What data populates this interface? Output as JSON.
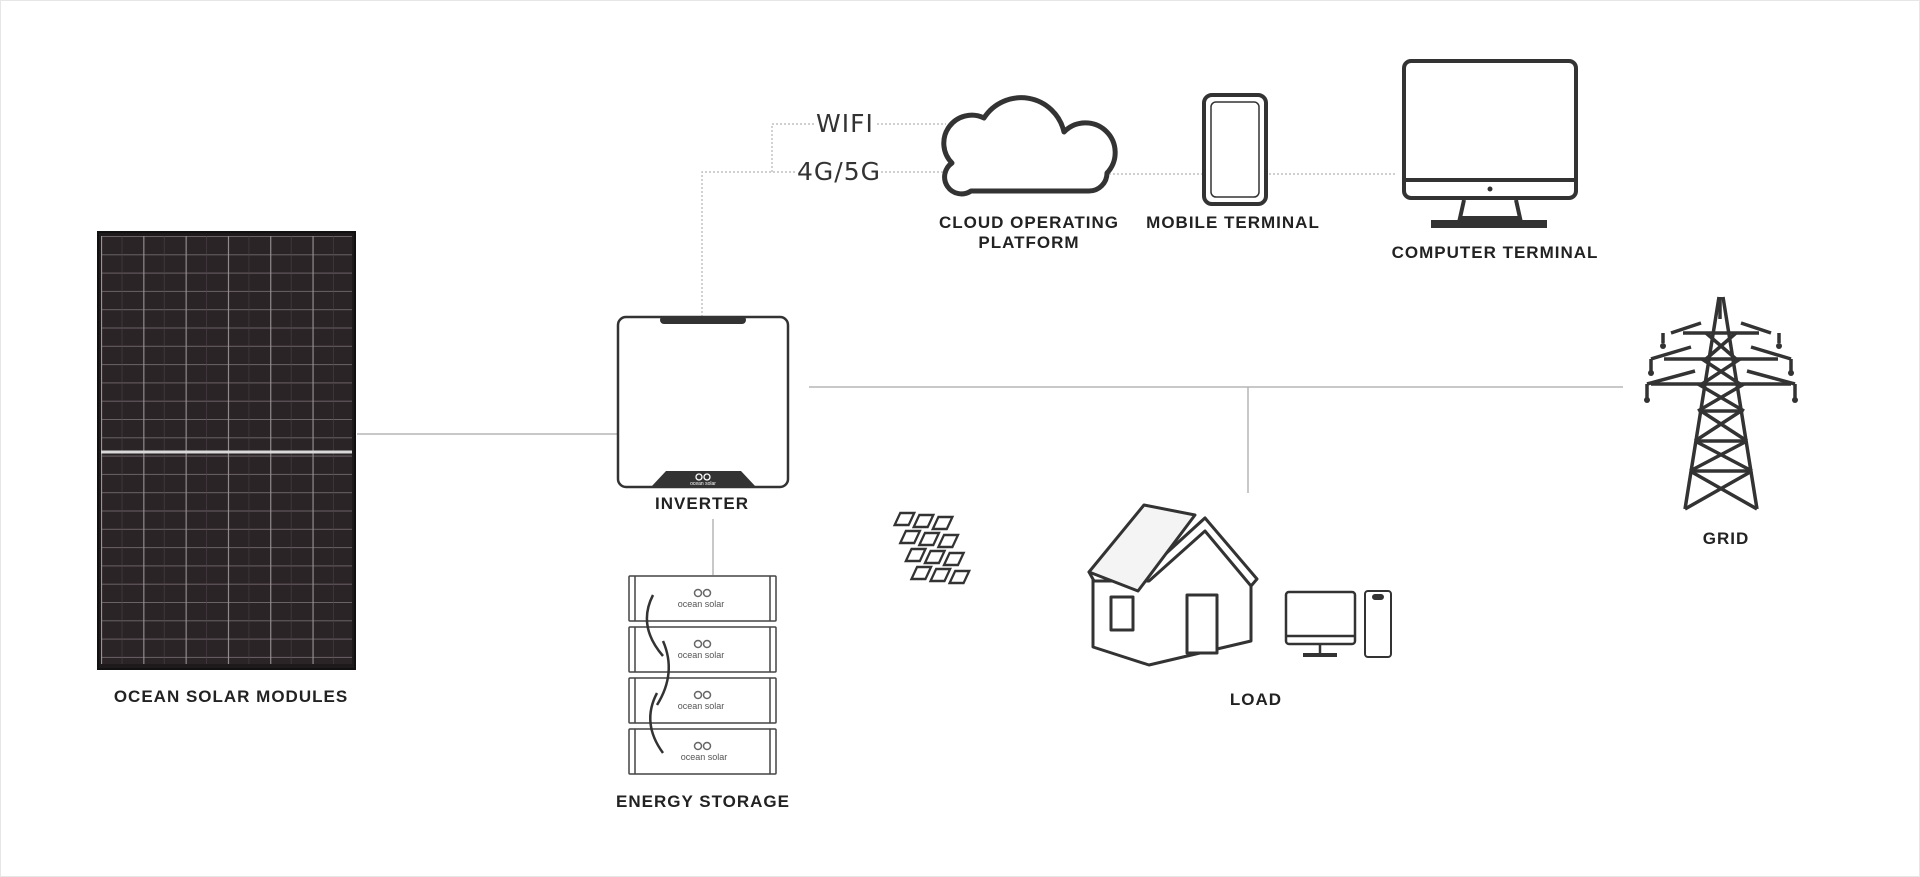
{
  "nodes": {
    "modules": "OCEAN SOLAR MODULES",
    "inverter": "INVERTER",
    "storage": "ENERGY STORAGE",
    "cloud_line1": "CLOUD OPERATING",
    "cloud_line2": "PLATFORM",
    "mobile": "MOBILE TERMINAL",
    "computer": "COMPUTER TERMINAL",
    "load": "LOAD",
    "grid": "GRID"
  },
  "connections": {
    "wifi": "WIFI",
    "cellular": "4G/5G"
  },
  "brand": {
    "name": "ocean solar"
  },
  "colors": {
    "line": "#b5b5b5",
    "icon": "#333333",
    "panel": "#2b2426"
  }
}
